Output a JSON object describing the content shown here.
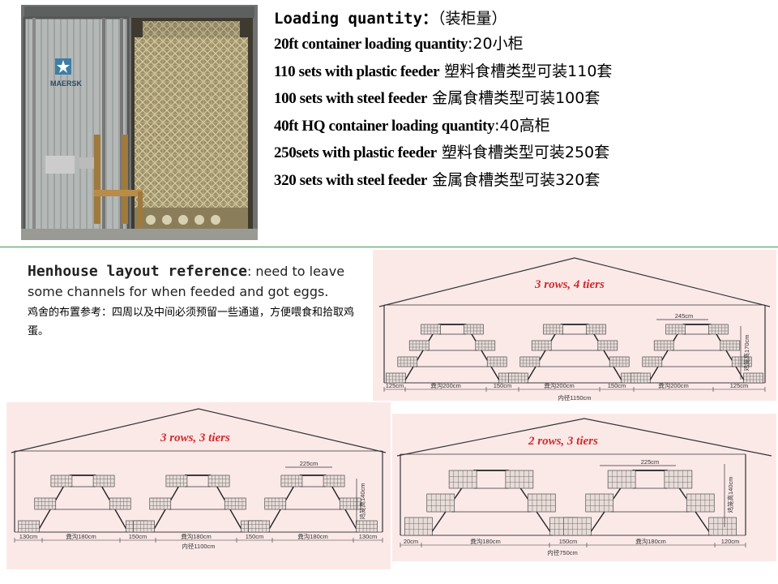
{
  "loading": {
    "title_en": "Loading quantity：",
    "title_cn": "（装柜量）",
    "lines": [
      {
        "en": "20ft container loading quantity",
        "cn": ":20小柜"
      },
      {
        "en": "110 sets with plastic feeder",
        "cn": " 塑料食槽类型可装110套"
      },
      {
        "en": "100 sets with steel feeder",
        "cn": "  金属食槽类型可装100套"
      },
      {
        "en": "40ft HQ container loading quantity",
        "cn": ":40高柜"
      },
      {
        "en": "250sets with plastic feeder",
        "cn": " 塑料食槽类型可装250套"
      },
      {
        "en": "320 sets with steel feeder",
        "cn": "  金属食槽类型可装320套"
      }
    ]
  },
  "photo": {
    "container_brand": "MAERSK"
  },
  "henhouse": {
    "title": "Henhouse layout reference",
    "desc": ": need to leave some channels for when feeded and got eggs.",
    "desc_cn": "鸡舍的布置参考：四周以及中间必须预留一些通道，方便喂食和拾取鸡蛋。"
  },
  "diagrams": {
    "d1": {
      "title": "3 rows, 4 tiers",
      "width_label": "245cm",
      "height_label": "170cm",
      "height_label_cn": "鸡笼高",
      "bottom_labels": [
        "125cm",
        "粪沟200cm",
        "150cm",
        "粪沟200cm",
        "150cm",
        "粪沟200cm",
        "125cm"
      ],
      "total_label": "内径1150cm"
    },
    "d2": {
      "title": "3 rows, 3 tiers",
      "width_label": "225cm",
      "height_label": "140cm",
      "height_label_cn": "鸡笼高",
      "bottom_labels": [
        "130cm",
        "粪沟180cm",
        "150cm",
        "粪沟180cm",
        "150cm",
        "粪沟180cm",
        "130cm"
      ],
      "total_label": "内径1100cm"
    },
    "d3": {
      "title": "2 rows, 3 tiers",
      "width_label": "225cm",
      "height_label": "140cm",
      "height_label_cn": "鸡笼高",
      "bottom_labels": [
        "20cm",
        "粪沟180cm",
        "150cm",
        "粪沟180cm",
        "120cm"
      ],
      "total_label": "内径750cm"
    }
  },
  "colors": {
    "divider": "#3c9a52",
    "diagram_bg": "#fbe9e8",
    "diagram_title": "#d42a2a"
  }
}
